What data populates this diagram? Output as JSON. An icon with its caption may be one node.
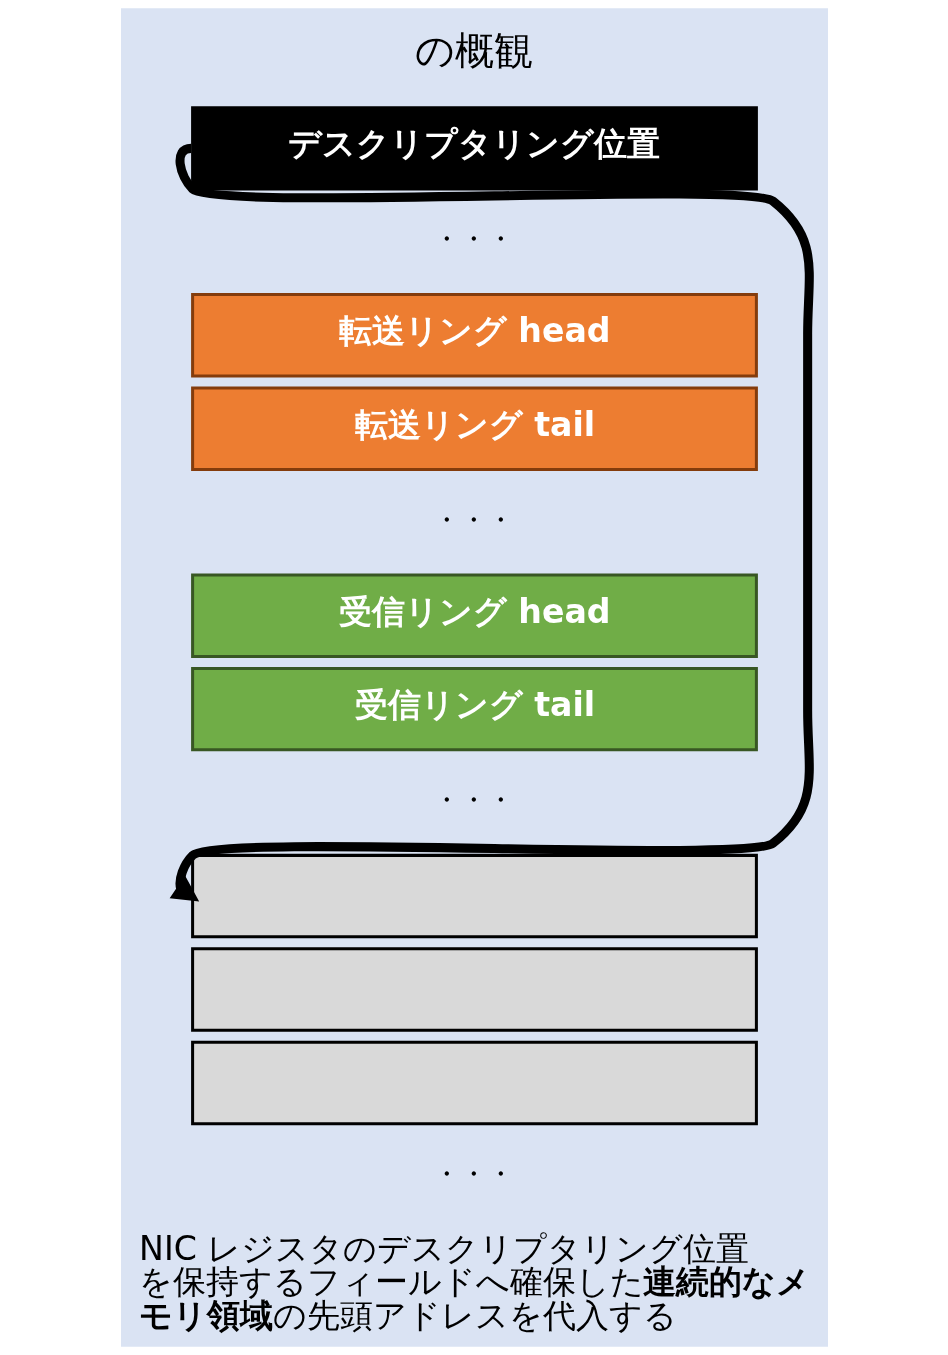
{
  "diagram": {
    "nodes": [
      {
        "text": [
          "デスクリプタリング位置"
        ]
      },
      {
        "text": [
          "転送リング head"
        ]
      },
      {
        "text": [
          "転送リング tail"
        ]
      },
      {
        "text": [
          "受信リング head"
        ]
      },
      {
        "text": [
          "受信リング tail"
        ]
      },
      {
        "text": [],
        "shape": "box"
      },
      {
        "text": [],
        "shape": "box"
      },
      {
        "text": [],
        "shape": "box"
      }
    ],
    "edges": [
      {
        "from": 0,
        "to": 5,
        "arrow": "to"
      }
    ],
    "labels": [
      "の概観",
      "・・・",
      "・・・",
      "・・・",
      "・・・",
      "NIC レジスタのデスクリプタリング位置を保持するフィールドへ確保した**連続的なメモリ領域**の先頭アドレスを代入する"
    ]
  }
}
